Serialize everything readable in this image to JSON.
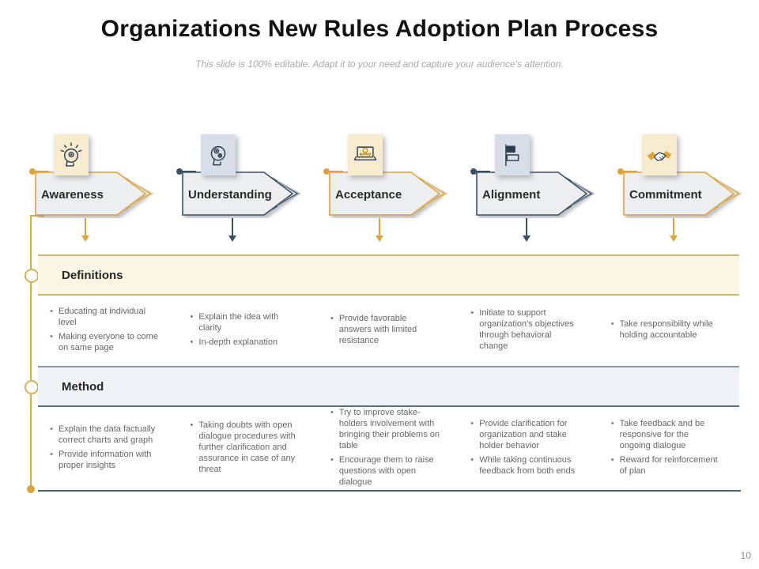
{
  "title": "Organizations New Rules Adoption Plan Process",
  "subtitle": "This slide is 100% editable. Adapt it to your need and capture your audience's attention.",
  "page_number": "10",
  "colors": {
    "gold_accent": "#dca43f",
    "navy_accent": "#3d5164",
    "cream_band": "#fbf5e3",
    "cream_icon_bg": "#f7ebd0",
    "blue_band": "#eff2f7",
    "blue_icon_bg": "#d7dee8",
    "arrow_fill": "#edeef0",
    "bullet_text": "#666666",
    "heading_text": "#262626"
  },
  "stages": [
    {
      "label": "Awareness",
      "theme": "gold",
      "icon": "idea-head-icon"
    },
    {
      "label": "Understanding",
      "theme": "navy",
      "icon": "head-gears-icon"
    },
    {
      "label": "Acceptance",
      "theme": "gold",
      "icon": "laptop-badge-icon"
    },
    {
      "label": "Alignment",
      "theme": "navy",
      "icon": "flag-icon"
    },
    {
      "label": "Commitment",
      "theme": "gold",
      "icon": "handshake-icon"
    }
  ],
  "sections": [
    {
      "label": "Definitions",
      "theme": "gold",
      "columns": [
        {
          "bullets": [
            "Educating at individual level",
            "Making everyone to come on same page"
          ]
        },
        {
          "bullets": [
            "Explain the idea with clarity",
            "In-depth explanation"
          ]
        },
        {
          "bullets": [
            "Provide favorable answers with limited resistance"
          ]
        },
        {
          "bullets": [
            "Initiate to support organization's objectives through behavioral change"
          ]
        },
        {
          "bullets": [
            "Take responsibility while holding accountable"
          ]
        }
      ]
    },
    {
      "label": "Method",
      "theme": "navy",
      "columns": [
        {
          "bullets": [
            "Explain the data factually correct charts and graph",
            "Provide information with proper insights"
          ]
        },
        {
          "bullets": [
            "Taking doubts with open dialogue procedures with further clarification and assurance in case of any threat"
          ]
        },
        {
          "bullets": [
            "Try to improve stake-holders involvement with bringing their problems on table",
            "Encourage them to raise questions with open dialogue"
          ]
        },
        {
          "bullets": [
            "Provide clarification for organization and stake holder behavior",
            "While taking continuous feedback from both ends"
          ]
        },
        {
          "bullets": [
            "Take feedback and be responsive for the ongoing dialogue",
            "Reward for reinforcement of plan"
          ]
        }
      ]
    }
  ]
}
